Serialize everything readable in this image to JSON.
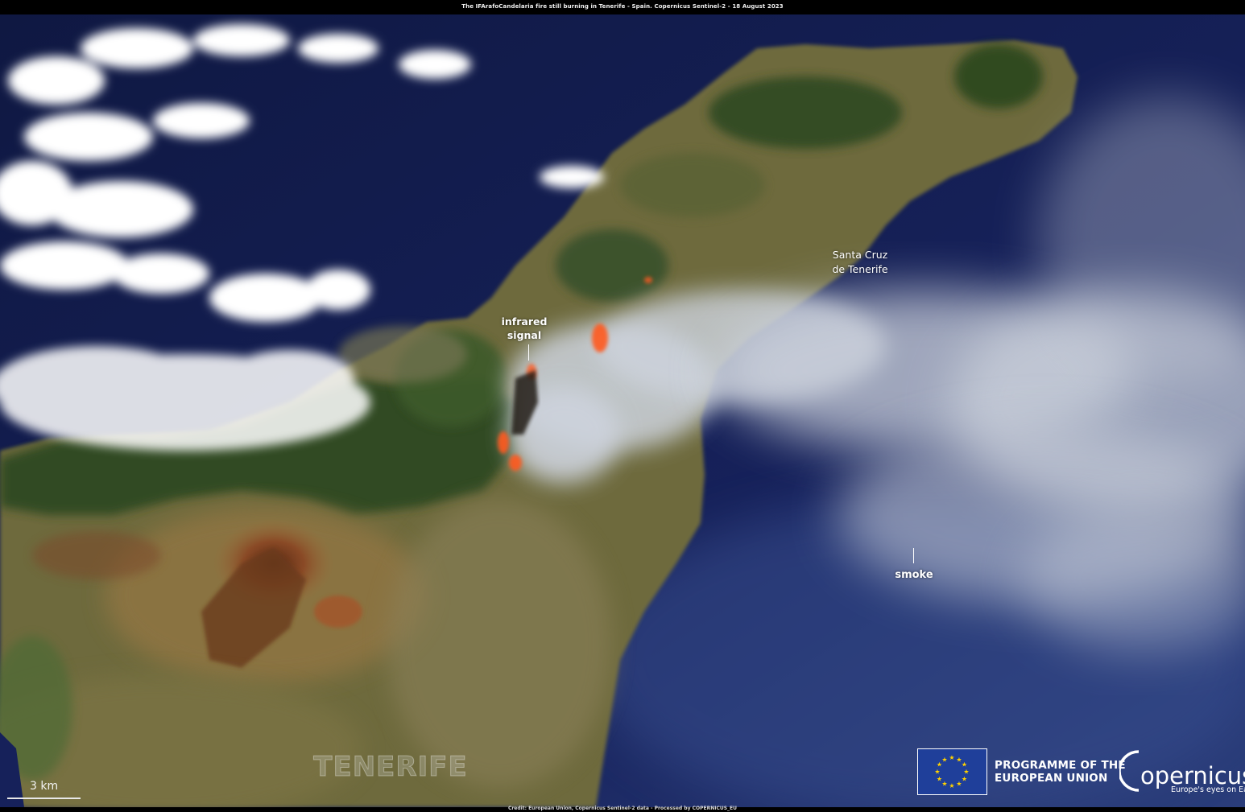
{
  "header": {
    "caption": "The IFArafoCandelaria fire still burning in Tenerife - Spain. Copernicus Sentinel-2 - 18 August 2023"
  },
  "map": {
    "labels": {
      "santa_cruz": "Santa Cruz\nde Tenerife",
      "infrared_signal": "infrared\nsignal",
      "smoke": "smoke",
      "island": "TENERIFE"
    },
    "scale": "3 km"
  },
  "branding": {
    "programme_line1": "PROGRAMME OF THE",
    "programme_line2": "EUROPEAN UNION",
    "logo": "Copernicus",
    "tagline": "Europe's eyes on Earth"
  },
  "footer": {
    "credit": "Credit: European Union, Copernicus Sentinel-2 data - Processed by COPERNICUS_EU"
  },
  "icons": [
    "eu-flag-icon",
    "copernicus-logo-icon"
  ],
  "colors": {
    "ocean": "#121c4a",
    "land": "#6f6c3a",
    "forest": "#2d4a21",
    "cloud": "#ffffff",
    "smoke": "#c8ced8",
    "fire": "#ff5a1f",
    "eu_blue": "#1f3f9a",
    "eu_star": "#ffd200"
  }
}
